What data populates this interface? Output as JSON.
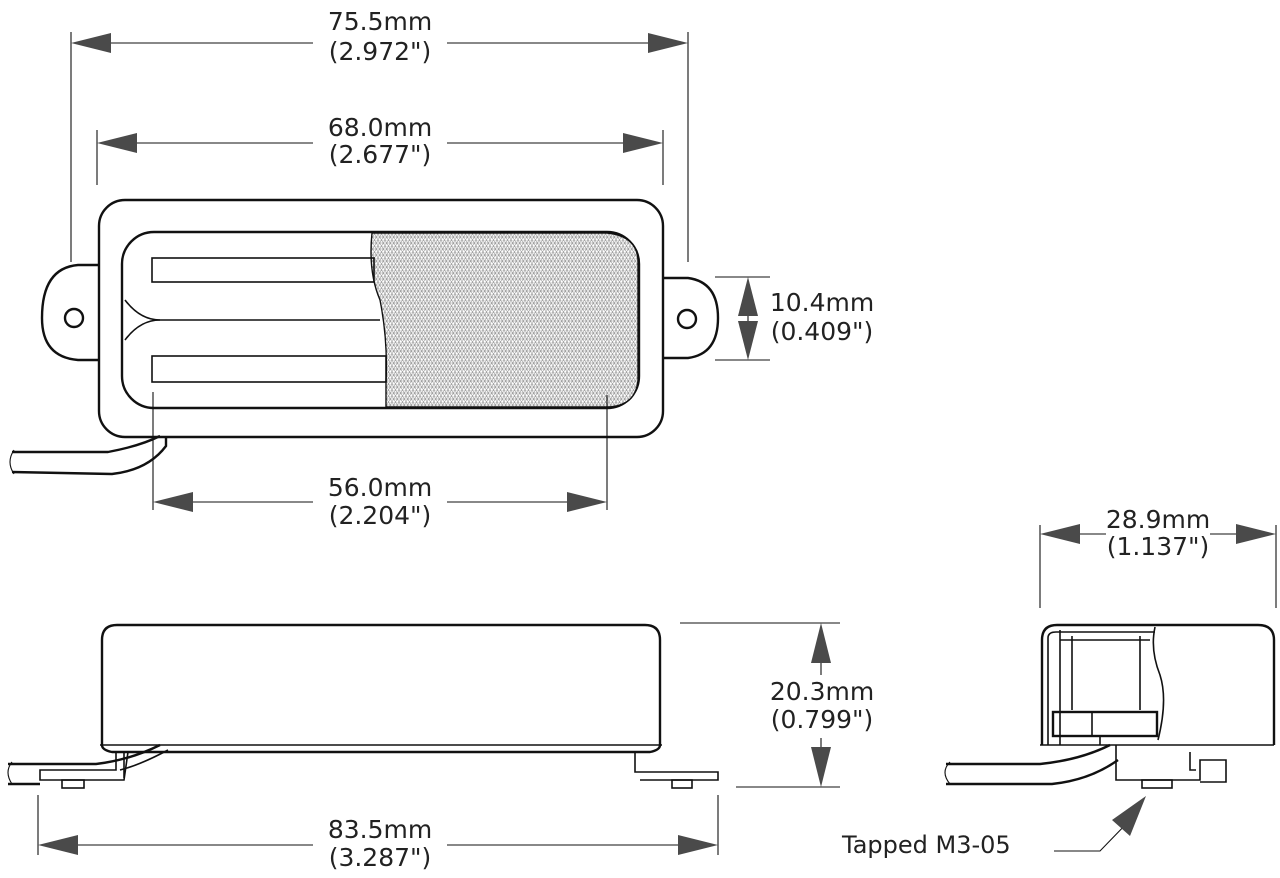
{
  "dimensions": {
    "overall_width": {
      "mm": "75.5mm",
      "inch": "(2.972\")"
    },
    "cover_width": {
      "mm": "68.0mm",
      "inch": "(2.677\")"
    },
    "mount_hole_span": {
      "mm": "10.4mm",
      "inch": "(0.409\")"
    },
    "pole_span": {
      "mm": "56.0mm",
      "inch": "(2.204\")"
    },
    "side_height": {
      "mm": "20.3mm",
      "inch": "(0.799\")"
    },
    "base_length": {
      "mm": "83.5mm",
      "inch": "(3.287\")"
    },
    "end_depth": {
      "mm": "28.9mm",
      "inch": "(1.137\")"
    }
  },
  "notes": {
    "tapped_hole": "Tapped M3-05"
  }
}
